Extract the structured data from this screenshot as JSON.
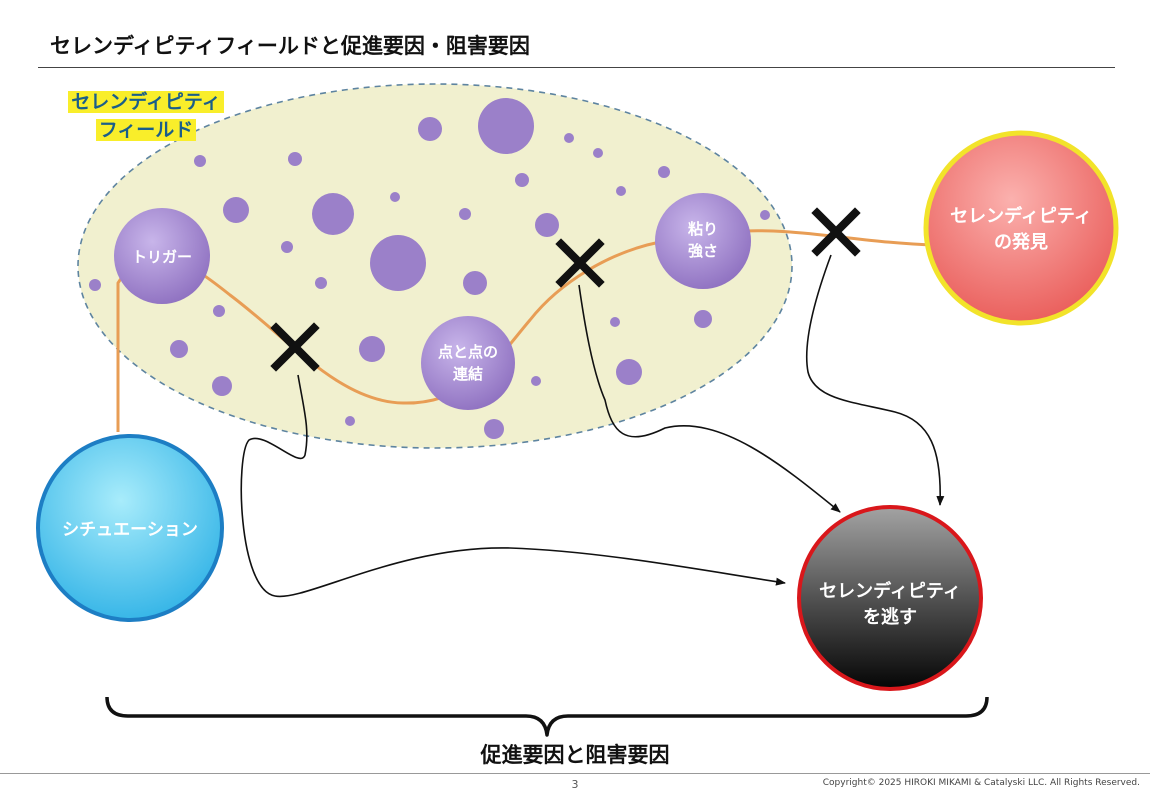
{
  "slide": {
    "title": "セレンディピティフィールドと促進要因・阻害要因",
    "page_number": "3",
    "copyright": "Copyright© 2025 HIROKI MIKAMI & Catalyski LLC. All Rights Reserved."
  },
  "field": {
    "label_line1": "セレンディピティ",
    "label_line2": "フィールド",
    "fill": "#f1f0cf",
    "border": "#5e84a0",
    "label_bg": "#f9ee2a",
    "label_color": "#1a5e8a"
  },
  "nodes": {
    "trigger": "トリガー",
    "connect_line1": "点と点の",
    "connect_line2": "連結",
    "grit_line1": "粘り",
    "grit_line2": "強さ",
    "situation": "シチュエーション",
    "discovery_line1": "セレンディピティ",
    "discovery_line2": "の発見",
    "miss_line1": "セレンディピティ",
    "miss_line2": "を逃す"
  },
  "bottom_label": "促進要因と阻害要因",
  "colors": {
    "purple": "#9b80c9",
    "path": "#e89d55",
    "situation": "#55c8ee",
    "discovery": "#f07673",
    "miss": "#555555",
    "yellow_ring": "#f2e32a",
    "red_ring": "#d9171b"
  }
}
